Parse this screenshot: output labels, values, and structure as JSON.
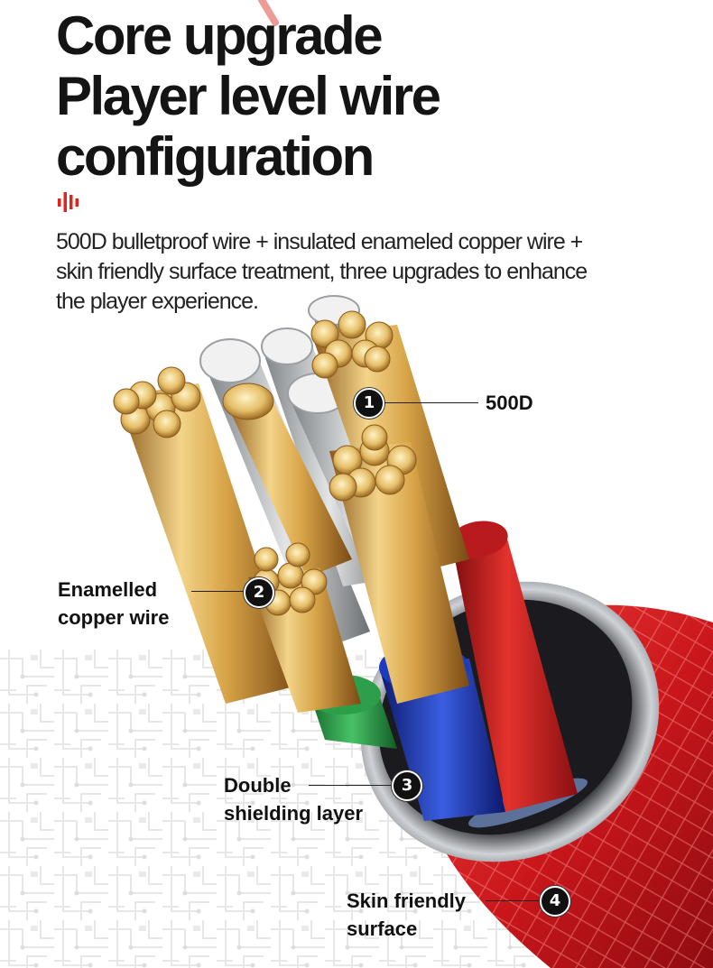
{
  "headline": {
    "line1": "Core upgrade",
    "line2": "Player level wire",
    "line3": "configuration"
  },
  "description": {
    "line1": "500D bulletproof wire + insulated enameled copper wire +",
    "line2": "skin friendly surface treatment, three upgrades to enhance",
    "line3": "the player experience."
  },
  "callouts": [
    {
      "number": "1",
      "label_line1": "500D",
      "label_line2": ""
    },
    {
      "number": "2",
      "label_line1": "Enamelled",
      "label_line2": "copper wire"
    },
    {
      "number": "3",
      "label_line1": "Double",
      "label_line2": "shielding layer"
    },
    {
      "number": "4",
      "label_line1": "Skin friendly",
      "label_line2": "surface"
    }
  ],
  "colors": {
    "accent_red": "#e0241b",
    "copper_gold": "#d9a94e",
    "jacket_red": "#d8262a",
    "wire_blue": "#1f3fbf",
    "wire_green": "#2fa84a"
  }
}
